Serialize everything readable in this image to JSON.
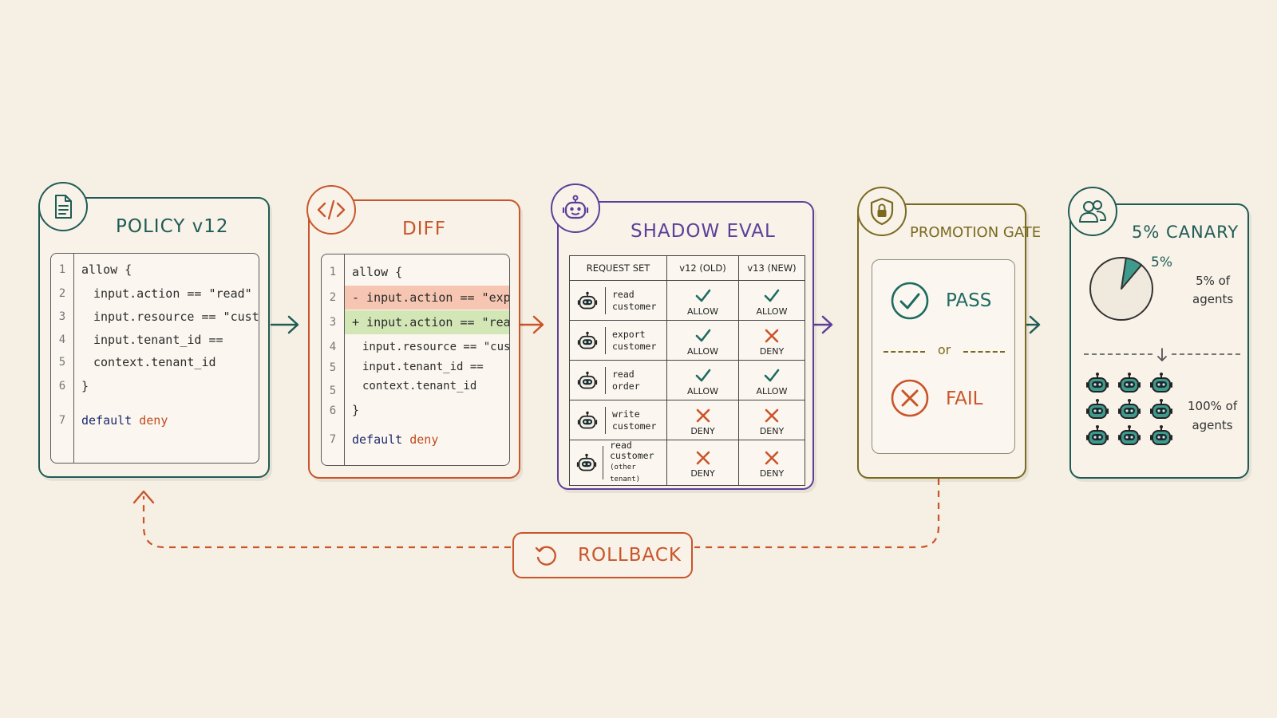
{
  "stages": {
    "policy": {
      "title": "POLICY v12",
      "icon": "document-icon",
      "color": "#1f5c56",
      "lines": [
        {
          "n": "1",
          "text": "allow {"
        },
        {
          "n": "2",
          "text": "input.action == \"read\""
        },
        {
          "n": "3",
          "text": "input.resource == \"customer\""
        },
        {
          "n": "4",
          "text": "input.tenant_id =="
        },
        {
          "n": "5",
          "text": "context.tenant_id"
        },
        {
          "n": "6",
          "text": "}"
        },
        {
          "n": "7",
          "kw": "default",
          "kw2": "deny"
        }
      ]
    },
    "diff": {
      "title": "DIFF",
      "icon": "code-icon",
      "color": "#c9552a",
      "lines": [
        {
          "n": "1",
          "text": "allow {"
        },
        {
          "n": "2",
          "text": "-  input.action == \"export\"",
          "change": "removed"
        },
        {
          "n": "3",
          "text": "+  input.action == \"read\"",
          "change": "added"
        },
        {
          "n": "4",
          "text": "input.resource == \"customer\""
        },
        {
          "n": "5",
          "text": "input.tenant_id =="
        },
        {
          "n": "5",
          "text": "context.tenant_id"
        },
        {
          "n": "6",
          "text": "}"
        },
        {
          "n": "7",
          "kw": "default",
          "kw2": "deny"
        }
      ]
    },
    "shadow": {
      "title": "SHADOW EVAL",
      "icon": "robot-icon",
      "color": "#5d3f9a",
      "headers": [
        "REQUEST SET",
        "v12 (OLD)",
        "v13 (NEW)"
      ],
      "rows": [
        {
          "l1": "read",
          "l2": "customer",
          "l3": "",
          "old": "ALLOW",
          "new": "ALLOW"
        },
        {
          "l1": "export",
          "l2": "customer",
          "l3": "",
          "old": "ALLOW",
          "new": "DENY"
        },
        {
          "l1": "read",
          "l2": "order",
          "l3": "",
          "old": "ALLOW",
          "new": "ALLOW"
        },
        {
          "l1": "write",
          "l2": "customer",
          "l3": "",
          "old": "DENY",
          "new": "DENY"
        },
        {
          "l1": "read",
          "l2": "customer",
          "l3": "(other tenant)",
          "old": "DENY",
          "new": "DENY"
        }
      ]
    },
    "gate": {
      "title": "PROMOTION GATE",
      "icon": "shield-lock-icon",
      "color": "#7a6a20",
      "pass": "PASS",
      "or": "or",
      "fail": "FAIL",
      "pass_color": "#1f6b62",
      "fail_color": "#c9552a"
    },
    "canary": {
      "title": "5% CANARY",
      "icon": "users-icon",
      "color": "#1f5c56",
      "pie_percent": 5,
      "pie_label": "5%",
      "top_text_1": "5% of",
      "top_text_2": "agents",
      "bottom_text_1": "100% of",
      "bottom_text_2": "agents"
    }
  },
  "rollback": {
    "label": "ROLLBACK",
    "icon": "rotate-icon",
    "color": "#c9552a"
  }
}
